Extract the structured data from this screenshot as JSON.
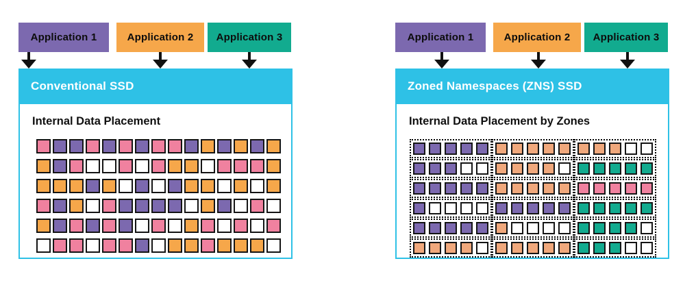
{
  "palette": {
    "purple": "#7c69af",
    "orange": "#f6a74a",
    "peach": "#f0a87c",
    "teal": "#12ab8f",
    "pink": "#f0819f",
    "cyan": "#2ec1e6",
    "white_cell": "#ffffff",
    "arrow_black": "#111111"
  },
  "cell_colors": {
    "P": "purple",
    "O": "orange",
    "E": "peach",
    "T": "teal",
    "K": "pink",
    "W": "white_cell"
  },
  "left_panel": {
    "applications": [
      {
        "label": "Application 1",
        "color": "purple"
      },
      {
        "label": "Application 2",
        "color": "orange"
      },
      {
        "label": "Application 3",
        "color": "teal"
      }
    ],
    "header": "Conventional SSD",
    "body_title": "Internal Data Placement",
    "grid": [
      [
        "K",
        "P",
        "P",
        "K",
        "P",
        "K",
        "P",
        "K",
        "K",
        "P",
        "O",
        "P",
        "O",
        "P",
        "O"
      ],
      [
        "O",
        "P",
        "K",
        "W",
        "W",
        "K",
        "W",
        "K",
        "O",
        "O",
        "W",
        "K",
        "K",
        "K",
        "O"
      ],
      [
        "O",
        "O",
        "O",
        "P",
        "O",
        "W",
        "P",
        "W",
        "P",
        "O",
        "O",
        "W",
        "O",
        "W",
        "O"
      ],
      [
        "K",
        "P",
        "O",
        "W",
        "K",
        "P",
        "P",
        "P",
        "P",
        "W",
        "O",
        "P",
        "W",
        "K",
        "W"
      ],
      [
        "O",
        "P",
        "K",
        "P",
        "K",
        "P",
        "W",
        "K",
        "W",
        "O",
        "K",
        "W",
        "K",
        "W",
        "K"
      ],
      [
        "W",
        "K",
        "K",
        "W",
        "K",
        "K",
        "P",
        "W",
        "O",
        "O",
        "K",
        "O",
        "O",
        "O",
        "W"
      ]
    ]
  },
  "right_panel": {
    "applications": [
      {
        "label": "Application 1",
        "color": "purple"
      },
      {
        "label": "Application 2",
        "color": "orange"
      },
      {
        "label": "Application 3",
        "color": "teal"
      }
    ],
    "header": "Zoned Namespaces (ZNS) SSD",
    "body_title": "Internal Data Placement by Zones",
    "zones": [
      [
        [
          "P",
          "P",
          "P",
          "P",
          "P"
        ],
        [
          "E",
          "E",
          "E",
          "E",
          "E"
        ],
        [
          "E",
          "E",
          "E",
          "W",
          "W"
        ]
      ],
      [
        [
          "P",
          "P",
          "P",
          "W",
          "W"
        ],
        [
          "E",
          "E",
          "E",
          "E",
          "W"
        ],
        [
          "T",
          "T",
          "T",
          "T",
          "T"
        ]
      ],
      [
        [
          "P",
          "P",
          "P",
          "P",
          "P"
        ],
        [
          "E",
          "E",
          "E",
          "E",
          "E"
        ],
        [
          "K",
          "K",
          "K",
          "K",
          "K"
        ]
      ],
      [
        [
          "P",
          "W",
          "W",
          "W",
          "W"
        ],
        [
          "P",
          "P",
          "P",
          "P",
          "P"
        ],
        [
          "T",
          "T",
          "T",
          "T",
          "T"
        ]
      ],
      [
        [
          "P",
          "P",
          "P",
          "P",
          "P"
        ],
        [
          "E",
          "W",
          "W",
          "W",
          "W"
        ],
        [
          "T",
          "T",
          "T",
          "T",
          "W"
        ]
      ],
      [
        [
          "E",
          "E",
          "E",
          "E",
          "W"
        ],
        [
          "E",
          "E",
          "E",
          "E",
          "E"
        ],
        [
          "T",
          "T",
          "T",
          "W",
          "W"
        ]
      ]
    ]
  }
}
